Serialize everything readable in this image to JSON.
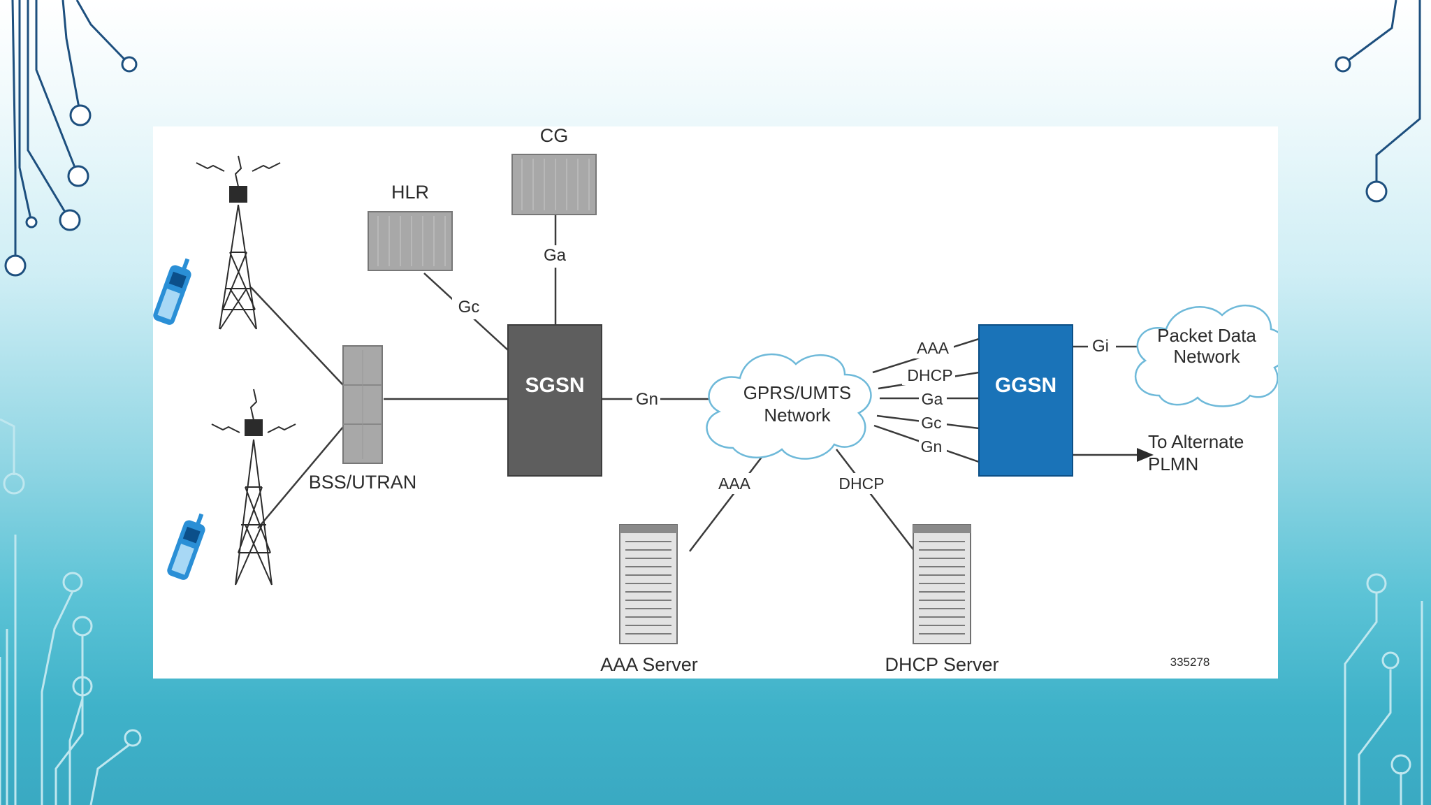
{
  "diagram": {
    "nodes": {
      "hlr": "HLR",
      "cg": "CG",
      "sgsn": "SGSN",
      "ggsn": "GGSN",
      "bss": "BSS/UTRAN",
      "gprs_line1": "GPRS/UMTS",
      "gprs_line2": "Network",
      "pdn_line1": "Packet Data",
      "pdn_line2": "Network",
      "alt_line1": "To Alternate",
      "alt_line2": "PLMN",
      "aaa_server": "AAA Server",
      "dhcp_server": "DHCP Server"
    },
    "interfaces": {
      "gc": "Gc",
      "ga": "Ga",
      "gn": "Gn",
      "gi": "Gi",
      "aaa": "AAA",
      "dhcp": "DHCP",
      "ggsn_aaa": "AAA",
      "ggsn_dhcp": "DHCP",
      "ggsn_ga": "Ga",
      "ggsn_gc": "Gc",
      "ggsn_gn": "Gn"
    },
    "figure_id": "335278"
  },
  "colors": {
    "sgsn": "#5e5e5e",
    "ggsn": "#1a73b8",
    "equipment": "#a9a9a9",
    "circuit": "#1d4f7e"
  }
}
